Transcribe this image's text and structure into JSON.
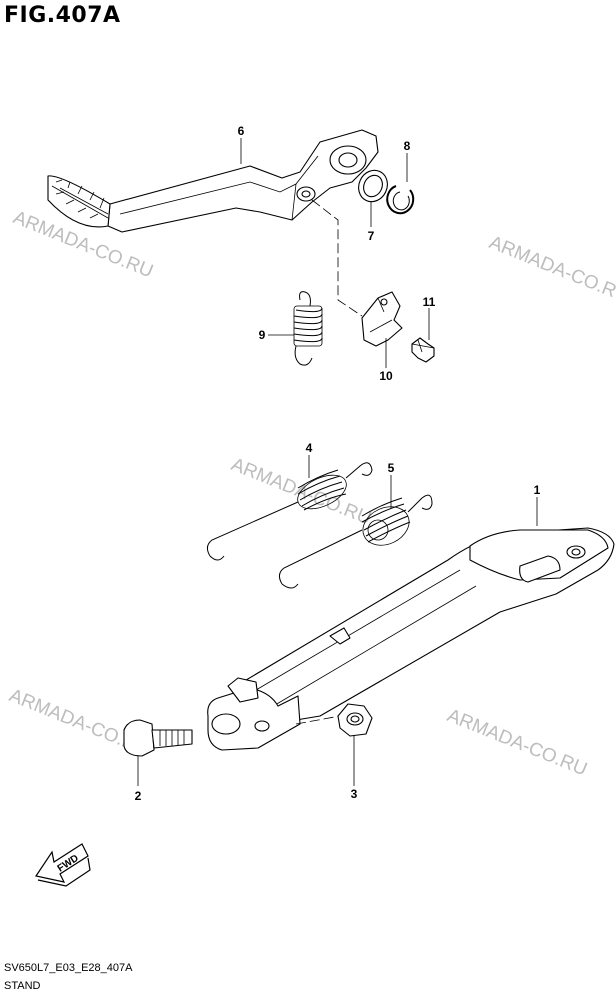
{
  "figure": {
    "title": "FIG.407A"
  },
  "footer": {
    "code": "SV650L7_E03_E28_407A",
    "name": "STAND"
  },
  "watermark": {
    "text": "ARMADA-CO.RU"
  },
  "callouts": [
    {
      "id": "1",
      "label": "1"
    },
    {
      "id": "2",
      "label": "2"
    },
    {
      "id": "3",
      "label": "3"
    },
    {
      "id": "4",
      "label": "4"
    },
    {
      "id": "5",
      "label": "5"
    },
    {
      "id": "6",
      "label": "6"
    },
    {
      "id": "7",
      "label": "7"
    },
    {
      "id": "8",
      "label": "8"
    },
    {
      "id": "9",
      "label": "9"
    },
    {
      "id": "10",
      "label": "10"
    },
    {
      "id": "11",
      "label": "11"
    }
  ],
  "direction": {
    "label": "FWD",
    "icon": "fwd-arrow-icon"
  }
}
